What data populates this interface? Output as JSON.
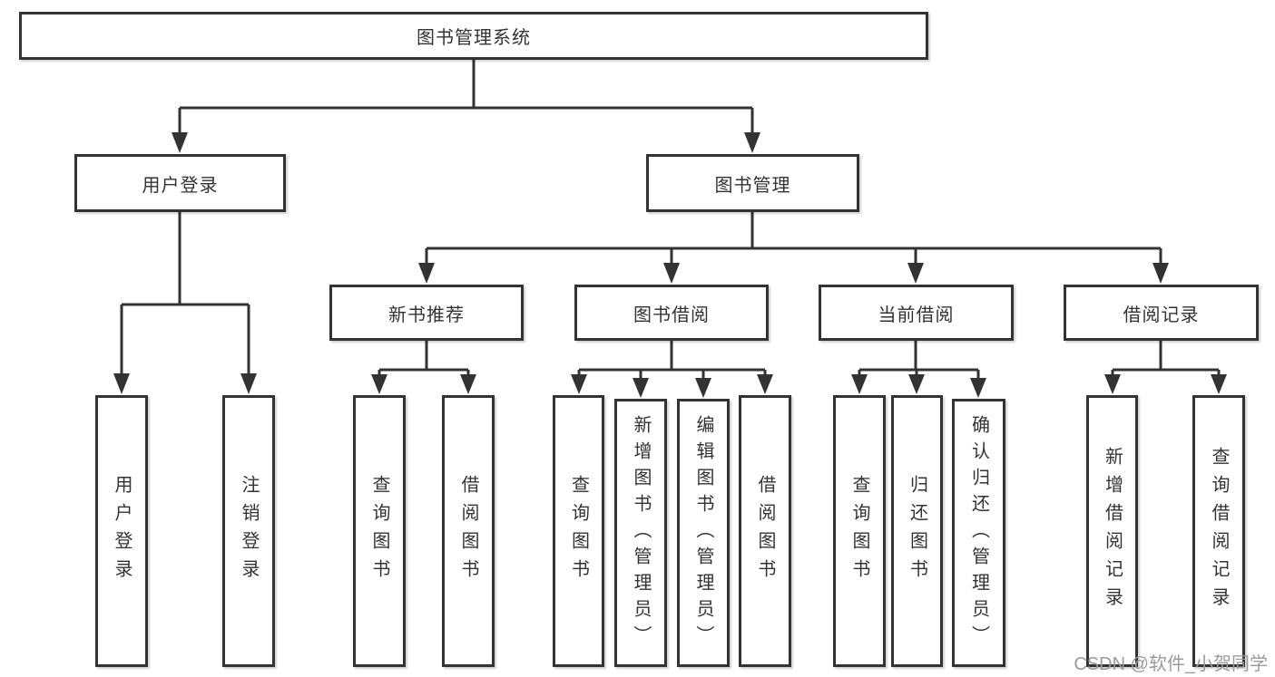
{
  "diagram_title": "图书管理系统",
  "tree": {
    "label": "图书管理系统",
    "children": [
      {
        "label": "用户登录",
        "children": [
          {
            "label": "用户登录"
          },
          {
            "label": "注销登录"
          }
        ]
      },
      {
        "label": "图书管理",
        "children": [
          {
            "label": "新书推荐",
            "children": [
              {
                "label": "查询图书"
              },
              {
                "label": "借阅图书"
              }
            ]
          },
          {
            "label": "图书借阅",
            "children": [
              {
                "label": "查询图书"
              },
              {
                "label": "新增图书（管理员）"
              },
              {
                "label": "编辑图书（管理员）"
              },
              {
                "label": "借阅图书"
              }
            ]
          },
          {
            "label": "当前借阅",
            "children": [
              {
                "label": "查询图书"
              },
              {
                "label": "归还图书"
              },
              {
                "label": "确认归还（管理员）"
              }
            ]
          },
          {
            "label": "借阅记录",
            "children": [
              {
                "label": "新增借阅记录"
              },
              {
                "label": "查询借阅记录"
              }
            ]
          }
        ]
      }
    ]
  },
  "watermark": "CSDN @软件_小贺同学",
  "colors": {
    "line": "#333333",
    "box_border": "#333333",
    "text": "#333333",
    "watermark_text": "#9b9b9b",
    "background": "#ffffff"
  }
}
